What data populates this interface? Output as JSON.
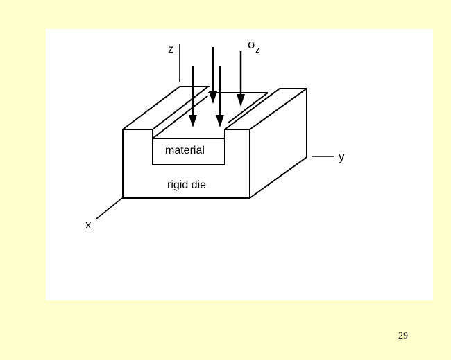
{
  "figure": {
    "axis_labels": {
      "z": "z",
      "y": "y",
      "x": "x"
    },
    "stress_label": {
      "symbol": "σ",
      "subscript": "z"
    },
    "material_label": "material",
    "die_label": "rigid die"
  },
  "slide": {
    "page_number": "29"
  },
  "colors": {
    "slide_background": "#ffffcc",
    "figure_background": "#ffffff",
    "line_color": "#000000"
  }
}
